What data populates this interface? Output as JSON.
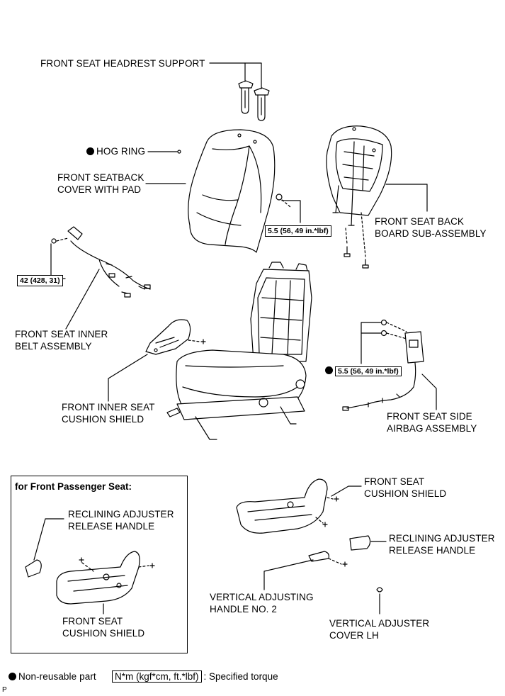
{
  "labels": {
    "headrest_support": "FRONT SEAT HEADREST SUPPORT",
    "hog_ring": "HOG RING",
    "seatback_cover_l1": "FRONT SEATBACK",
    "seatback_cover_l2": "COVER WITH PAD",
    "back_board_l1": "FRONT SEAT BACK",
    "back_board_l2": "BOARD SUB-ASSEMBLY",
    "inner_belt_l1": "FRONT SEAT INNER",
    "inner_belt_l2": "BELT ASSEMBLY",
    "inner_cushion_shield_l1": "FRONT INNER SEAT",
    "inner_cushion_shield_l2": "CUSHION SHIELD",
    "side_airbag_l1": "FRONT SEAT SIDE",
    "side_airbag_l2": "AIRBAG ASSEMBLY",
    "cushion_shield_l1": "FRONT SEAT",
    "cushion_shield_l2": "CUSHION SHIELD",
    "recline_handle_l1": "RECLINING ADJUSTER",
    "recline_handle_l2": "RELEASE HANDLE",
    "vert_handle_l1": "VERTICAL ADJUSTING",
    "vert_handle_l2": "HANDLE NO. 2",
    "vert_cover_l1": "VERTICAL ADJUSTER",
    "vert_cover_l2": "COVER LH"
  },
  "torques": {
    "seatback_board": "5.5 (56, 49 in.*lbf)",
    "inner_belt": "42 (428, 31)",
    "side_airbag": "5.5 (56, 49 in.*lbf)"
  },
  "inset": {
    "title": "for Front Passenger Seat:",
    "recline_handle_l1": "RECLINING ADJUSTER",
    "recline_handle_l2": "RELEASE HANDLE",
    "cushion_shield_l1": "FRONT SEAT",
    "cushion_shield_l2": "CUSHION SHIELD"
  },
  "legend": {
    "non_reusable": "Non-reusable part",
    "torque_unit": "N*m (kgf*cm, ft.*lbf)",
    "torque_desc": ": Specified torque"
  },
  "footer_code": "P"
}
